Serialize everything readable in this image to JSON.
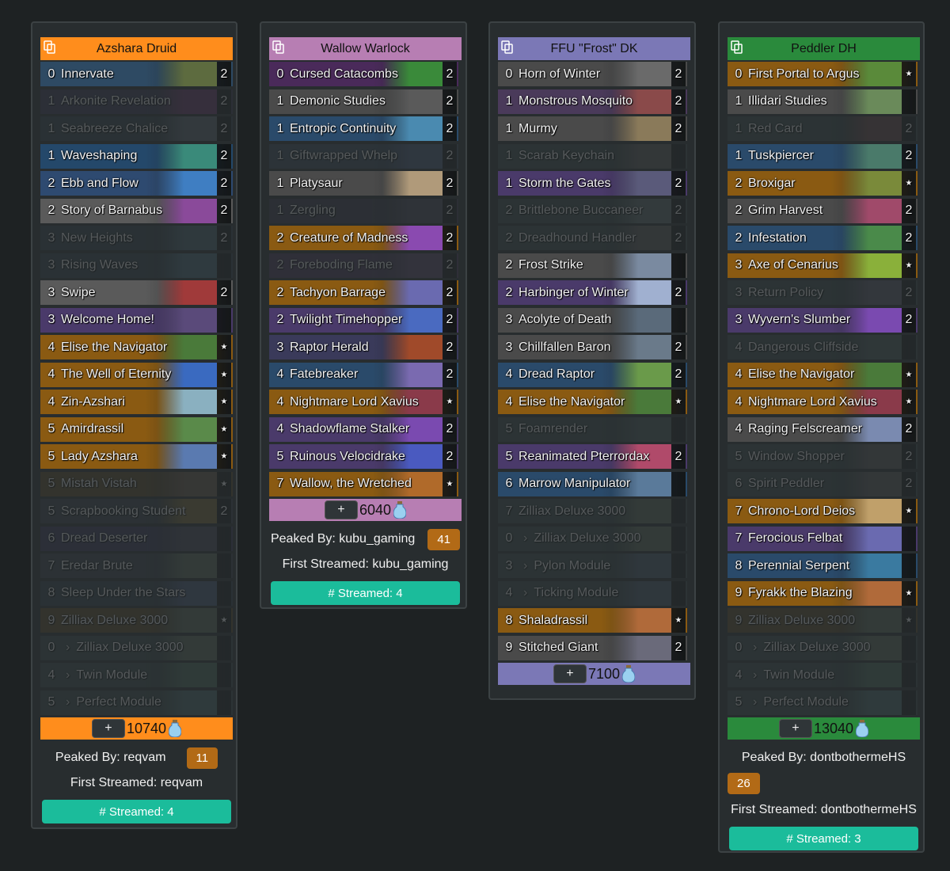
{
  "decks": [
    {
      "name": "Azshara Druid",
      "header_color": "#ff8d1c",
      "dust": "10740",
      "peaked_label": "Peaked By: reqvam",
      "peaked_rank": "11",
      "first_streamed": "First Streamed: reqvam",
      "streamed": "# Streamed: 4",
      "cards": [
        {
          "cost": "0",
          "name": "Innervate",
          "count": "2",
          "tone": "#2e4a63",
          "art": "#5d6b3f",
          "on": true
        },
        {
          "cost": "1",
          "name": "Arkonite Revelation",
          "count": "2",
          "tone": "#3a3a55",
          "art": "#6a3a6a",
          "on": false
        },
        {
          "cost": "1",
          "name": "Seabreeze Chalice",
          "count": "2",
          "tone": "#34424a",
          "art": "#5a6670",
          "on": false
        },
        {
          "cost": "1",
          "name": "Waveshaping",
          "count": "2",
          "tone": "#24486a",
          "art": "#3a8a7a",
          "on": true
        },
        {
          "cost": "2",
          "name": "Ebb and Flow",
          "count": "2",
          "tone": "#2e4a70",
          "art": "#3f7ec2",
          "on": true
        },
        {
          "cost": "2",
          "name": "Story of Barnabus",
          "count": "2",
          "tone": "#5a5a5a",
          "art": "#8a4a9a",
          "on": true
        },
        {
          "cost": "3",
          "name": "New Heights",
          "count": "2",
          "tone": "#34424a",
          "art": "#4a6470",
          "on": false
        },
        {
          "cost": "3",
          "name": "Rising Waves",
          "count": "",
          "tone": "#33424b",
          "art": "#4a6a7a",
          "on": false
        },
        {
          "cost": "3",
          "name": "Swipe",
          "count": "2",
          "tone": "#5a5a5a",
          "art": "#a03a3a",
          "on": true
        },
        {
          "cost": "3",
          "name": "Welcome Home!",
          "count": "",
          "tone": "#4a3a6a",
          "art": "#5a4a7a",
          "on": true
        },
        {
          "cost": "4",
          "name": "Elise the Navigator",
          "count": "★",
          "tone": "#8a5a12",
          "art": "#4a7a3a",
          "on": true
        },
        {
          "cost": "4",
          "name": "The Well of Eternity",
          "count": "★",
          "tone": "#8a5a12",
          "art": "#3a6ac0",
          "on": true
        },
        {
          "cost": "4",
          "name": "Zin-Azshari",
          "count": "★",
          "tone": "#8a5a12",
          "art": "#8ab0c0",
          "on": true
        },
        {
          "cost": "5",
          "name": "Amirdrassil",
          "count": "★",
          "tone": "#8a5a12",
          "art": "#5a8a4a",
          "on": true
        },
        {
          "cost": "5",
          "name": "Lady Azshara",
          "count": "★",
          "tone": "#8a5a12",
          "art": "#5a7ab0",
          "on": true
        },
        {
          "cost": "5",
          "name": "Mistah Vistah",
          "count": "★",
          "tone": "#5a4a2a",
          "art": "#6a5a4a",
          "on": false
        },
        {
          "cost": "5",
          "name": "Scrapbooking Student",
          "count": "2",
          "tone": "#3a424a",
          "art": "#7a6a3a",
          "on": false
        },
        {
          "cost": "6",
          "name": "Dread Deserter",
          "count": "",
          "tone": "#3a3a5a",
          "art": "#4a4a5a",
          "on": false
        },
        {
          "cost": "7",
          "name": "Eredar Brute",
          "count": "",
          "tone": "#3a424a",
          "art": "#5a6a5a",
          "on": false
        },
        {
          "cost": "8",
          "name": "Sleep Under the Stars",
          "count": "",
          "tone": "#34424a",
          "art": "#4a5a7a",
          "on": false
        },
        {
          "cost": "9",
          "name": "Zilliax Deluxe 3000",
          "count": "★",
          "tone": "#5a4a2a",
          "art": "#5a6a5a",
          "on": false
        },
        {
          "cost": "0",
          "name": "Zilliax Deluxe 3000",
          "count": "",
          "tone": "#3a4a4a",
          "art": "#5a6a5a",
          "on": false,
          "sub": true
        },
        {
          "cost": "4",
          "name": "Twin Module",
          "count": "",
          "tone": "#3a4a4a",
          "art": "#4a6a5a",
          "on": false,
          "sub": true
        },
        {
          "cost": "5",
          "name": "Perfect Module",
          "count": "",
          "tone": "#3a4a4a",
          "art": "#4a6a6a",
          "on": false,
          "sub": true
        }
      ]
    },
    {
      "name": "Wallow Warlock",
      "header_color": "#b77eb3",
      "dust": "6040",
      "peaked_label": "Peaked By: kubu_gaming",
      "peaked_rank": "41",
      "first_streamed": "First Streamed: kubu_gaming",
      "streamed": "# Streamed: 4",
      "cards": [
        {
          "cost": "0",
          "name": "Cursed Catacombs",
          "count": "2",
          "tone": "#4a2a5a",
          "art": "#3a8a3a",
          "on": true
        },
        {
          "cost": "1",
          "name": "Demonic Studies",
          "count": "2",
          "tone": "#4a4a4a",
          "art": "#5a5a5a",
          "on": true
        },
        {
          "cost": "1",
          "name": "Entropic Continuity",
          "count": "2",
          "tone": "#2a4a6a",
          "art": "#4a8ab0",
          "on": true
        },
        {
          "cost": "1",
          "name": "Giftwrapped Whelp",
          "count": "2",
          "tone": "#3a4a5a",
          "art": "#4a5a7a",
          "on": false
        },
        {
          "cost": "1",
          "name": "Platysaur",
          "count": "2",
          "tone": "#4a4a4a",
          "art": "#b09a7a",
          "on": true
        },
        {
          "cost": "1",
          "name": "Zergling",
          "count": "2",
          "tone": "#3a3a4a",
          "art": "#4a4a5a",
          "on": false
        },
        {
          "cost": "2",
          "name": "Creature of Madness",
          "count": "2",
          "tone": "#8a5a12",
          "art": "#8a4ab0",
          "on": true
        },
        {
          "cost": "2",
          "name": "Foreboding Flame",
          "count": "2",
          "tone": "#4a3a5a",
          "art": "#5a4a6a",
          "on": false
        },
        {
          "cost": "2",
          "name": "Tachyon Barrage",
          "count": "2",
          "tone": "#8a5a12",
          "art": "#6a6ab0",
          "on": true
        },
        {
          "cost": "2",
          "name": "Twilight Timehopper",
          "count": "2",
          "tone": "#4a3a6a",
          "art": "#4a6ac0",
          "on": true
        },
        {
          "cost": "3",
          "name": "Raptor Herald",
          "count": "2",
          "tone": "#3a3a5a",
          "art": "#a04a2a",
          "on": true
        },
        {
          "cost": "4",
          "name": "Fatebreaker",
          "count": "2",
          "tone": "#2a4a6a",
          "art": "#7a6ab0",
          "on": true
        },
        {
          "cost": "4",
          "name": "Nightmare Lord Xavius",
          "count": "★",
          "tone": "#8a5a12",
          "art": "#8a3a4a",
          "on": true
        },
        {
          "cost": "4",
          "name": "Shadowflame Stalker",
          "count": "2",
          "tone": "#4a3a6a",
          "art": "#7a4ab0",
          "on": true
        },
        {
          "cost": "5",
          "name": "Ruinous Velocidrake",
          "count": "2",
          "tone": "#4a3a6a",
          "art": "#4a5ac0",
          "on": true
        },
        {
          "cost": "7",
          "name": "Wallow, the Wretched",
          "count": "★",
          "tone": "#8a5a12",
          "art": "#b06a2a",
          "on": true
        }
      ]
    },
    {
      "name": "FFU \"Frost\" DK",
      "header_color": "#7b78b6",
      "dust": "7100",
      "peaked_label": "",
      "peaked_rank": "",
      "first_streamed": "",
      "streamed": "",
      "cards": [
        {
          "cost": "0",
          "name": "Horn of Winter",
          "count": "2",
          "tone": "#4a4a4a",
          "art": "#6a6a6a",
          "on": true
        },
        {
          "cost": "1",
          "name": "Monstrous Mosquito",
          "count": "2",
          "tone": "#4a3a5a",
          "art": "#8a4a4a",
          "on": true
        },
        {
          "cost": "1",
          "name": "Murmy",
          "count": "2",
          "tone": "#4a4a4a",
          "art": "#8a7a5a",
          "on": true
        },
        {
          "cost": "1",
          "name": "Scarab Keychain",
          "count": "",
          "tone": "#3a4a4a",
          "art": "#5a5a5a",
          "on": false
        },
        {
          "cost": "1",
          "name": "Storm the Gates",
          "count": "2",
          "tone": "#4a3a6a",
          "art": "#5a5a7a",
          "on": true
        },
        {
          "cost": "2",
          "name": "Brittlebone Buccaneer",
          "count": "2",
          "tone": "#3a4a4a",
          "art": "#5a6a6a",
          "on": false
        },
        {
          "cost": "2",
          "name": "Dreadhound Handler",
          "count": "2",
          "tone": "#3a4a4a",
          "art": "#5a5a5a",
          "on": false
        },
        {
          "cost": "2",
          "name": "Frost Strike",
          "count": "",
          "tone": "#4a4a4a",
          "art": "#7a8aa0",
          "on": true
        },
        {
          "cost": "2",
          "name": "Harbinger of Winter",
          "count": "2",
          "tone": "#4a3a6a",
          "art": "#a0b0d0",
          "on": true
        },
        {
          "cost": "3",
          "name": "Acolyte of Death",
          "count": "",
          "tone": "#4a4a4a",
          "art": "#5a6a7a",
          "on": true
        },
        {
          "cost": "3",
          "name": "Chillfallen Baron",
          "count": "2",
          "tone": "#4a4a4a",
          "art": "#6a7a8a",
          "on": true
        },
        {
          "cost": "4",
          "name": "Dread Raptor",
          "count": "2",
          "tone": "#2a4a6a",
          "art": "#6a9a4a",
          "on": true
        },
        {
          "cost": "4",
          "name": "Elise the Navigator",
          "count": "★",
          "tone": "#8a5a12",
          "art": "#4a7a3a",
          "on": true
        },
        {
          "cost": "5",
          "name": "Foamrender",
          "count": "",
          "tone": "#3a4a4a",
          "art": "#4a5a5a",
          "on": false
        },
        {
          "cost": "5",
          "name": "Reanimated Pterrordax",
          "count": "2",
          "tone": "#4a3a6a",
          "art": "#b04a6a",
          "on": true
        },
        {
          "cost": "6",
          "name": "Marrow Manipulator",
          "count": "",
          "tone": "#2a4a6a",
          "art": "#5a7a9a",
          "on": true
        },
        {
          "cost": "7",
          "name": "Zilliax Deluxe 3000",
          "count": "",
          "tone": "#3a4a4a",
          "art": "#5a6a5a",
          "on": false
        },
        {
          "cost": "0",
          "name": "Zilliax Deluxe 3000",
          "count": "",
          "tone": "#3a4a4a",
          "art": "#5a6a5a",
          "on": false,
          "sub": true
        },
        {
          "cost": "3",
          "name": "Pylon Module",
          "count": "",
          "tone": "#3a4a4a",
          "art": "#4a5a6a",
          "on": false,
          "sub": true
        },
        {
          "cost": "4",
          "name": "Ticking Module",
          "count": "",
          "tone": "#3a4a4a",
          "art": "#4a5a6a",
          "on": false,
          "sub": true
        },
        {
          "cost": "8",
          "name": "Shaladrassil",
          "count": "★",
          "tone": "#8a5a12",
          "art": "#b06a3a",
          "on": true
        },
        {
          "cost": "9",
          "name": "Stitched Giant",
          "count": "2",
          "tone": "#4a4a4a",
          "art": "#6a6a7a",
          "on": true
        }
      ]
    },
    {
      "name": "Peddler DH",
      "header_color": "#2a8a3c",
      "dust": "13040",
      "peaked_label": "Peaked By: dontbothermeHS",
      "peaked_rank": "26",
      "first_streamed": "First Streamed: dontbothermeHS",
      "streamed": "# Streamed: 3",
      "cards": [
        {
          "cost": "0",
          "name": "First Portal to Argus",
          "count": "★",
          "tone": "#8a5a12",
          "art": "#5a8a3a",
          "on": true
        },
        {
          "cost": "1",
          "name": "Illidari Studies",
          "count": "",
          "tone": "#4a4a4a",
          "art": "#6a8a5a",
          "on": true
        },
        {
          "cost": "1",
          "name": "Red Card",
          "count": "2",
          "tone": "#3a4a4a",
          "art": "#6a4a4a",
          "on": false
        },
        {
          "cost": "1",
          "name": "Tuskpiercer",
          "count": "2",
          "tone": "#2a4a6a",
          "art": "#4a7a6a",
          "on": true
        },
        {
          "cost": "2",
          "name": "Broxigar",
          "count": "★",
          "tone": "#8a5a12",
          "art": "#7a8a3a",
          "on": true
        },
        {
          "cost": "2",
          "name": "Grim Harvest",
          "count": "2",
          "tone": "#4a4a4a",
          "art": "#a04a6a",
          "on": true
        },
        {
          "cost": "2",
          "name": "Infestation",
          "count": "2",
          "tone": "#2a4a6a",
          "art": "#4a8a4a",
          "on": true
        },
        {
          "cost": "3",
          "name": "Axe of Cenarius",
          "count": "★",
          "tone": "#8a5a12",
          "art": "#8ab03a",
          "on": true
        },
        {
          "cost": "3",
          "name": "Return Policy",
          "count": "2",
          "tone": "#3a4a4a",
          "art": "#5a5a6a",
          "on": false
        },
        {
          "cost": "3",
          "name": "Wyvern's Slumber",
          "count": "2",
          "tone": "#4a3a6a",
          "art": "#7a4ab0",
          "on": true
        },
        {
          "cost": "4",
          "name": "Dangerous Cliffside",
          "count": "",
          "tone": "#3a4a4a",
          "art": "#4a5a5a",
          "on": false
        },
        {
          "cost": "4",
          "name": "Elise the Navigator",
          "count": "★",
          "tone": "#8a5a12",
          "art": "#4a7a3a",
          "on": true
        },
        {
          "cost": "4",
          "name": "Nightmare Lord Xavius",
          "count": "★",
          "tone": "#8a5a12",
          "art": "#8a3a4a",
          "on": true
        },
        {
          "cost": "4",
          "name": "Raging Felscreamer",
          "count": "2",
          "tone": "#4a4a4a",
          "art": "#7a8ab0",
          "on": true
        },
        {
          "cost": "5",
          "name": "Window Shopper",
          "count": "2",
          "tone": "#3a4a4a",
          "art": "#5a5a5a",
          "on": false
        },
        {
          "cost": "6",
          "name": "Spirit Peddler",
          "count": "2",
          "tone": "#3a4a4a",
          "art": "#5a5a5a",
          "on": false
        },
        {
          "cost": "7",
          "name": "Chrono-Lord Deios",
          "count": "★",
          "tone": "#8a5a12",
          "art": "#c0a06a",
          "on": true
        },
        {
          "cost": "7",
          "name": "Ferocious Felbat",
          "count": "",
          "tone": "#4a3a6a",
          "art": "#6a6ab0",
          "on": true
        },
        {
          "cost": "8",
          "name": "Perennial Serpent",
          "count": "",
          "tone": "#2a4a6a",
          "art": "#3a7aa0",
          "on": true
        },
        {
          "cost": "9",
          "name": "Fyrakk the Blazing",
          "count": "★",
          "tone": "#8a5a12",
          "art": "#b06a3a",
          "on": true
        },
        {
          "cost": "9",
          "name": "Zilliax Deluxe 3000",
          "count": "★",
          "tone": "#5a4a2a",
          "art": "#5a6a5a",
          "on": false
        },
        {
          "cost": "0",
          "name": "Zilliax Deluxe 3000",
          "count": "",
          "tone": "#3a4a4a",
          "art": "#5a6a5a",
          "on": false,
          "sub": true
        },
        {
          "cost": "4",
          "name": "Twin Module",
          "count": "",
          "tone": "#3a4a4a",
          "art": "#4a6a5a",
          "on": false,
          "sub": true
        },
        {
          "cost": "5",
          "name": "Perfect Module",
          "count": "",
          "tone": "#3a4a4a",
          "art": "#4a6a6a",
          "on": false,
          "sub": true
        }
      ]
    }
  ]
}
